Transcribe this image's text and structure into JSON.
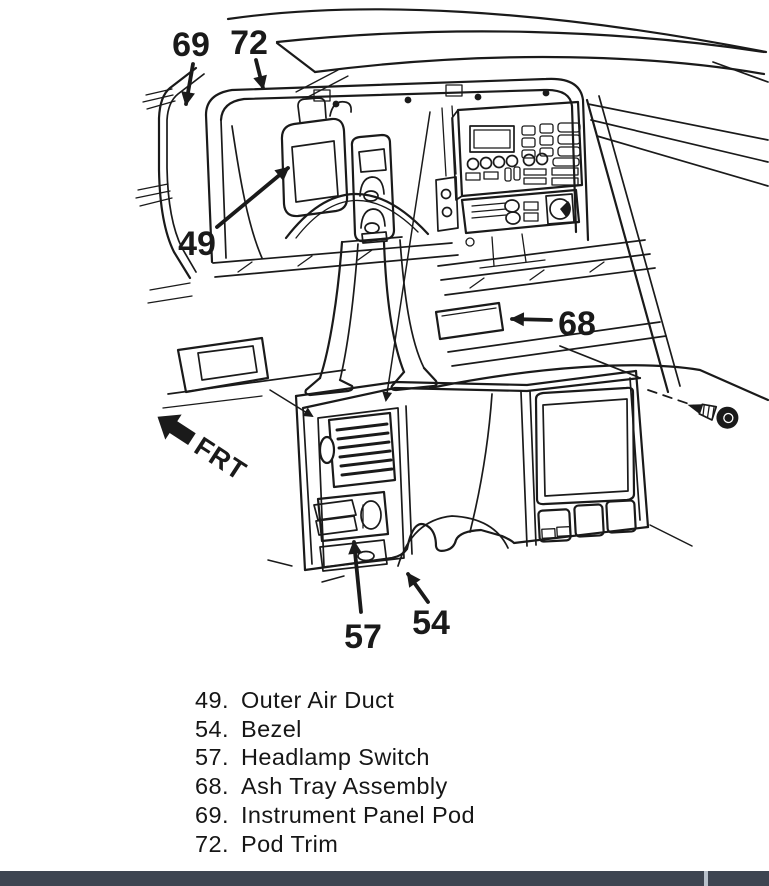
{
  "figure": {
    "frt_label": "FRT",
    "callouts": {
      "c49": "49",
      "c54": "54",
      "c57": "57",
      "c68": "68",
      "c69": "69",
      "c72": "72"
    }
  },
  "legend": {
    "items": [
      {
        "num": "49.",
        "label": "Outer Air Duct"
      },
      {
        "num": "54.",
        "label": "Bezel"
      },
      {
        "num": "57.",
        "label": "Headlamp Switch"
      },
      {
        "num": "68.",
        "label": "Ash Tray Assembly"
      },
      {
        "num": "69.",
        "label": "Instrument Panel Pod"
      },
      {
        "num": "72.",
        "label": "Pod Trim"
      }
    ]
  },
  "colors": {
    "ink": "#1a1a1a",
    "background": "#ffffff",
    "bottom_bar": "#3e4551",
    "bottom_bar_divider": "#b9c1cb"
  }
}
